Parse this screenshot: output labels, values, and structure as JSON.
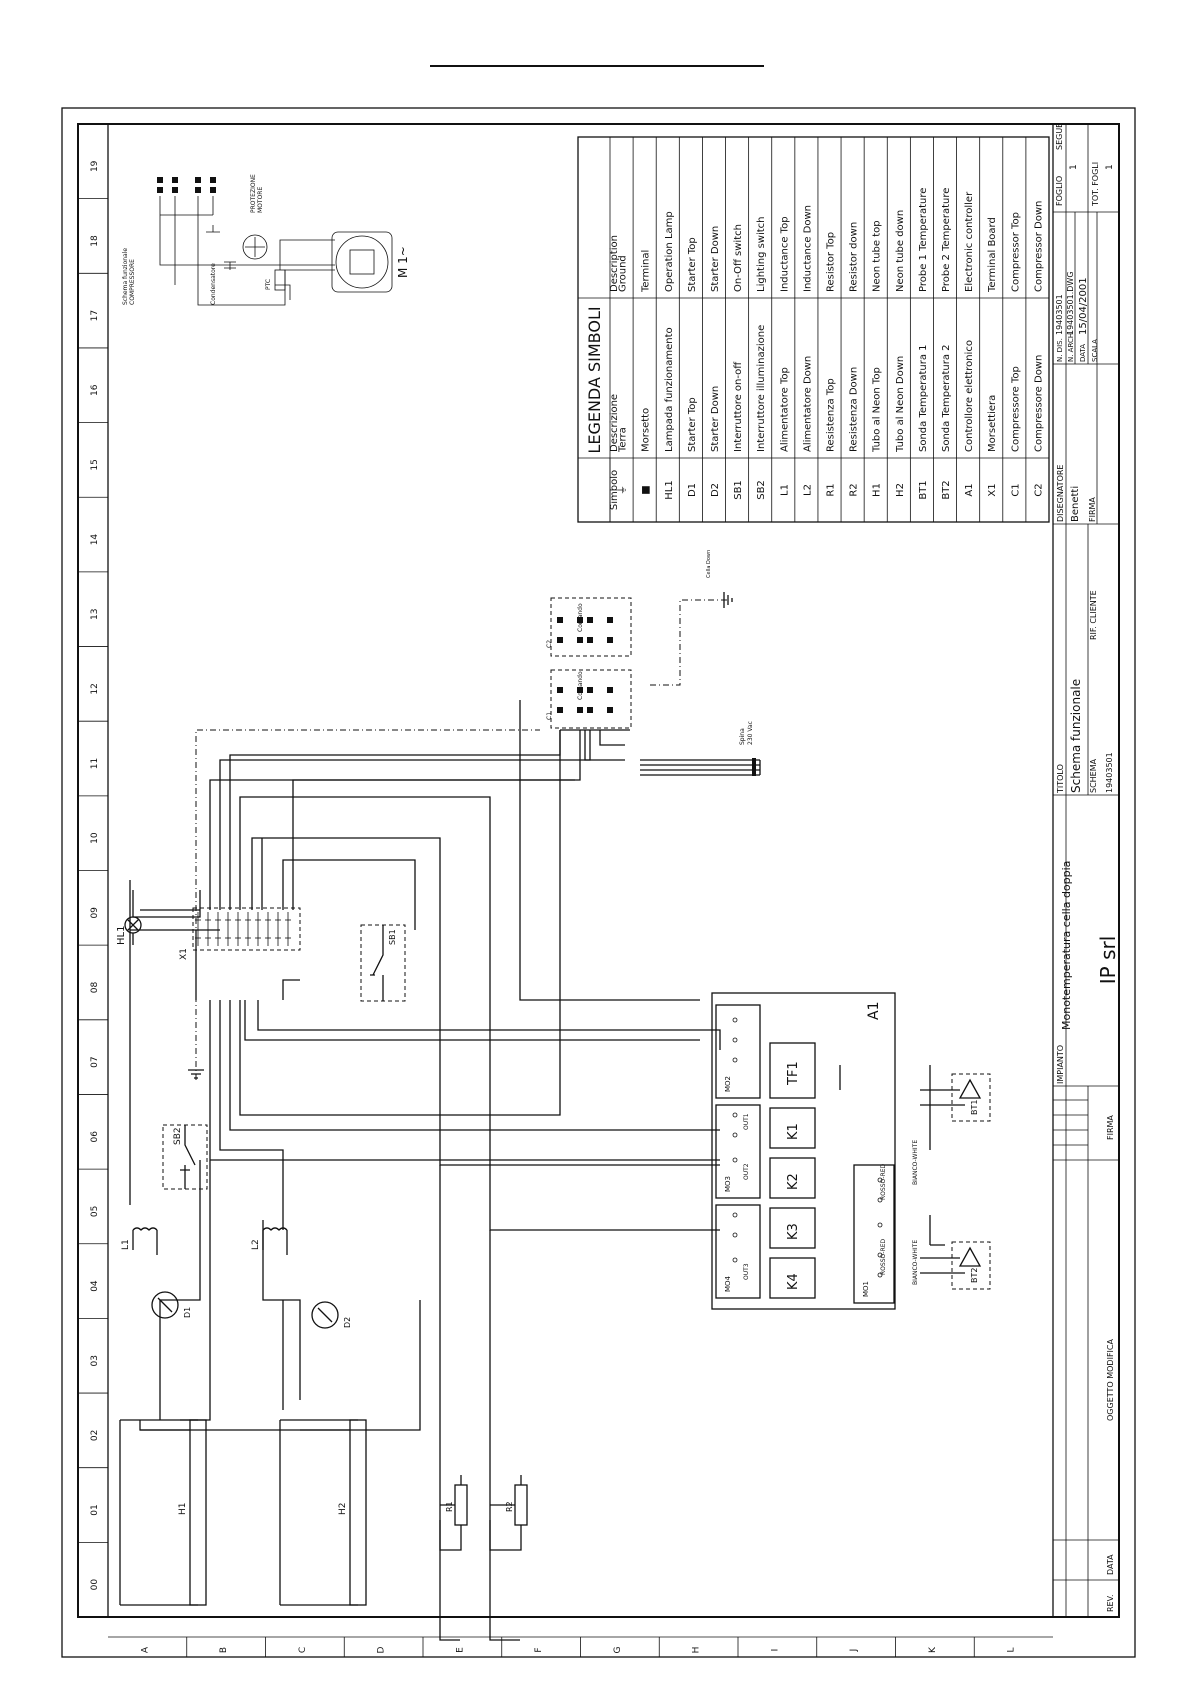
{
  "border": {
    "top_numbers": [
      "19",
      "18",
      "17",
      "16",
      "15",
      "14",
      "13",
      "12",
      "11",
      "10",
      "09",
      "08",
      "07",
      "06",
      "05",
      "04",
      "03",
      "02",
      "01",
      "00"
    ],
    "side_letters": [
      "A",
      "B",
      "C",
      "D",
      "E",
      "F",
      "G",
      "H",
      "I",
      "J",
      "K",
      "L"
    ]
  },
  "legend": {
    "title": "LEGENDA SIMBOLI",
    "headers": {
      "symbol": "Simbolo",
      "descrizione": "Descrizione",
      "description": "Description"
    },
    "rows": [
      {
        "symbol": "⏚",
        "descrizione": "Terra",
        "description": "Ground"
      },
      {
        "symbol": "■",
        "descrizione": "Morsetto",
        "description": "Terminal"
      },
      {
        "symbol": "HL1",
        "descrizione": "Lampada funzionamento",
        "description": "Operation Lamp"
      },
      {
        "symbol": "D1",
        "descrizione": "Starter Top",
        "description": "Starter Top"
      },
      {
        "symbol": "D2",
        "descrizione": "Starter Down",
        "description": "Starter Down"
      },
      {
        "symbol": "SB1",
        "descrizione": "Interruttore on-off",
        "description": "On-Off switch"
      },
      {
        "symbol": "SB2",
        "descrizione": "Interruttore illuminazione",
        "description": "Lighting switch"
      },
      {
        "symbol": "L1",
        "descrizione": "Alimentatore Top",
        "description": "Inductance Top"
      },
      {
        "symbol": "L2",
        "descrizione": "Alimentatore Down",
        "description": "Inductance Down"
      },
      {
        "symbol": "R1",
        "descrizione": "Resistenza Top",
        "description": "Resistor Top"
      },
      {
        "symbol": "R2",
        "descrizione": "Resistenza Down",
        "description": "Resistor down"
      },
      {
        "symbol": "H1",
        "descrizione": "Tubo al Neon Top",
        "description": "Neon tube top"
      },
      {
        "symbol": "H2",
        "descrizione": "Tubo al Neon Down",
        "description": "Neon tube down"
      },
      {
        "symbol": "BT1",
        "descrizione": "Sonda Temperatura 1",
        "description": "Probe 1 Temperature"
      },
      {
        "symbol": "BT2",
        "descrizione": "Sonda Temperatura 2",
        "description": "Probe 2 Temperature"
      },
      {
        "symbol": "A1",
        "descrizione": "Controllore elettronico",
        "description": "Electronic controller"
      },
      {
        "symbol": "X1",
        "descrizione": "Morsettiera",
        "description": "Terminal Board"
      },
      {
        "symbol": "C1",
        "descrizione": "Compressore Top",
        "description": "Compressor Top"
      },
      {
        "symbol": "C2",
        "descrizione": "Compressore Down",
        "description": "Compressor Down"
      }
    ]
  },
  "title_block": {
    "impianto_label": "IMPIANTO",
    "impianto": "Monotemperatura cella doppia",
    "company": "IP srl",
    "titolo_label": "TITOLO",
    "titolo": "Schema funzionale",
    "schema_label": "SCHEMA",
    "schema": "19403501",
    "rif_cliente_label": "RIF. CLIENTE",
    "disegnatore_label": "DISEGNATORE",
    "disegnatore": "Benetti",
    "firma_label": "FIRMA",
    "n_dis_label": "N. DIS.",
    "n_dis": "19403501",
    "n_arch_label": "N. ARCH.",
    "n_arch": "19403501.DWG",
    "data_label": "DATA",
    "data": "15/04/2001",
    "scala_label": "SCALA",
    "foglio_label": "FOGLIO",
    "foglio": "1",
    "segue_label": "SEGUE",
    "tot_fogli_label": "TOT. FOGLI",
    "tot_fogli": "1",
    "rev_label": "REV.",
    "data_col_label": "DATA",
    "oggetto_label": "OGGETTO MODIFICA",
    "firma_col_label": "FIRMA"
  },
  "compressor_detail": {
    "title_line1": "Schema funzionale",
    "title_line2": "COMPRESSORE",
    "protection_line1": "PROTEZIONE",
    "protection_line2": "MOTORE",
    "capacitor": "Condensatore",
    "ptc": "PTC",
    "motor": "M 1~"
  },
  "components": {
    "hl1": "HL1",
    "x1": "X1",
    "sb1": "SB1",
    "sb2": "SB2",
    "l1": "L1",
    "l2": "L2",
    "d1": "D1",
    "d2": "D2",
    "h1": "H1",
    "h2": "H2",
    "r1": "R1",
    "r2": "R2",
    "a1": "A1",
    "tf1": "TF1",
    "k1": "K1",
    "k2": "K2",
    "k3": "K3",
    "k4": "K4",
    "bt1": "BT1",
    "bt2": "BT2",
    "mo1": "MO1",
    "mo2": "MO2",
    "mo3": "MO3",
    "mo4": "MO4",
    "out1": "OUT1",
    "out2": "OUT2",
    "out3": "OUT3",
    "c1": "C1",
    "c2": "C2",
    "comando": "Comando",
    "spina_line1": "Spina",
    "spina_line2": "230 Vac",
    "cella_down": "Cella Down",
    "rosso_red": "ROSSO-RED",
    "bianco_white": "BIANCO-WHITE"
  }
}
